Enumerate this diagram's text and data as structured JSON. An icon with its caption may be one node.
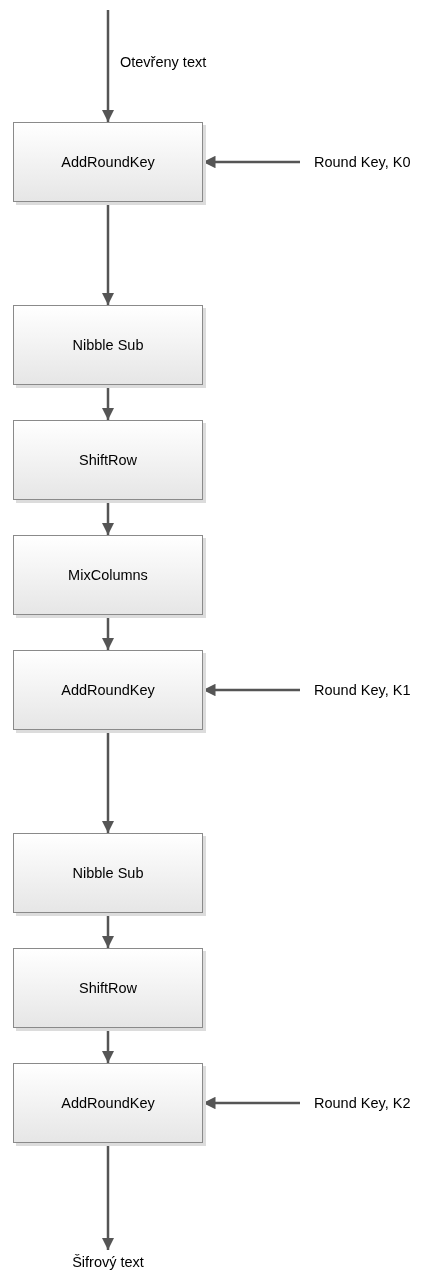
{
  "diagram": {
    "nodes": [
      {
        "text": [
          "AddRoundKey"
        ]
      },
      {
        "text": [
          "Round Key, K0"
        ]
      },
      {
        "text": [
          "Nibble Sub"
        ]
      },
      {
        "text": [
          "ShiftRow"
        ]
      },
      {
        "text": [
          "MixColumns"
        ]
      },
      {
        "text": [
          "AddRoundKey"
        ]
      },
      {
        "text": [
          "Round Key, K1"
        ]
      },
      {
        "text": [
          "Nibble Sub"
        ]
      },
      {
        "text": [
          "ShiftRow"
        ]
      },
      {
        "text": [
          "AddRoundKey"
        ]
      },
      {
        "text": [
          "Round Key, K2"
        ]
      },
      {
        "text": [
          "Šifrový text"
        ]
      }
    ],
    "edges": [
      {
        "from": null,
        "to": 0,
        "arrow": "to",
        "label": "Otevřeny text"
      },
      {
        "from": 1,
        "to": 0,
        "arrow": "to"
      },
      {
        "from": 0,
        "to": 2,
        "arrow": "to"
      },
      {
        "from": 2,
        "to": 3,
        "arrow": "to"
      },
      {
        "from": 3,
        "to": 4,
        "arrow": "to"
      },
      {
        "from": 4,
        "to": 5,
        "arrow": "to"
      },
      {
        "from": 6,
        "to": 5,
        "arrow": "to"
      },
      {
        "from": 5,
        "to": 7,
        "arrow": "to"
      },
      {
        "from": 7,
        "to": 8,
        "arrow": "to"
      },
      {
        "from": 8,
        "to": 9,
        "arrow": "to"
      },
      {
        "from": 10,
        "to": 9,
        "arrow": "to"
      },
      {
        "from": 9,
        "to": 11,
        "arrow": "to"
      }
    ]
  }
}
